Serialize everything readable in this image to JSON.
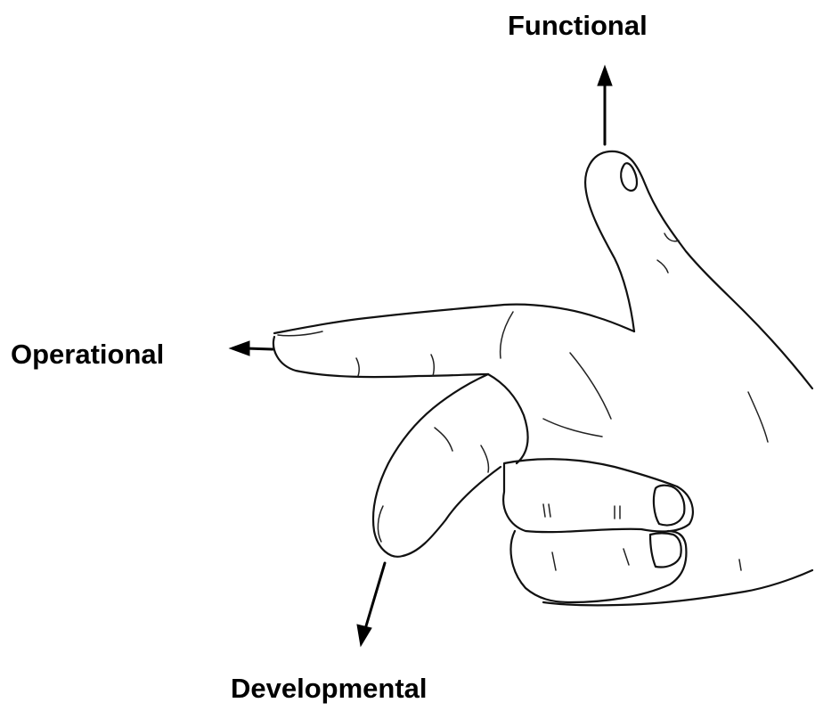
{
  "labels": {
    "functional": "Functional",
    "operational": "Operational",
    "developmental": "Developmental"
  },
  "hand": {
    "description_icon": "pointing-hand-illustration"
  },
  "colors": {
    "ink": "#000000",
    "background": "#ffffff"
  }
}
